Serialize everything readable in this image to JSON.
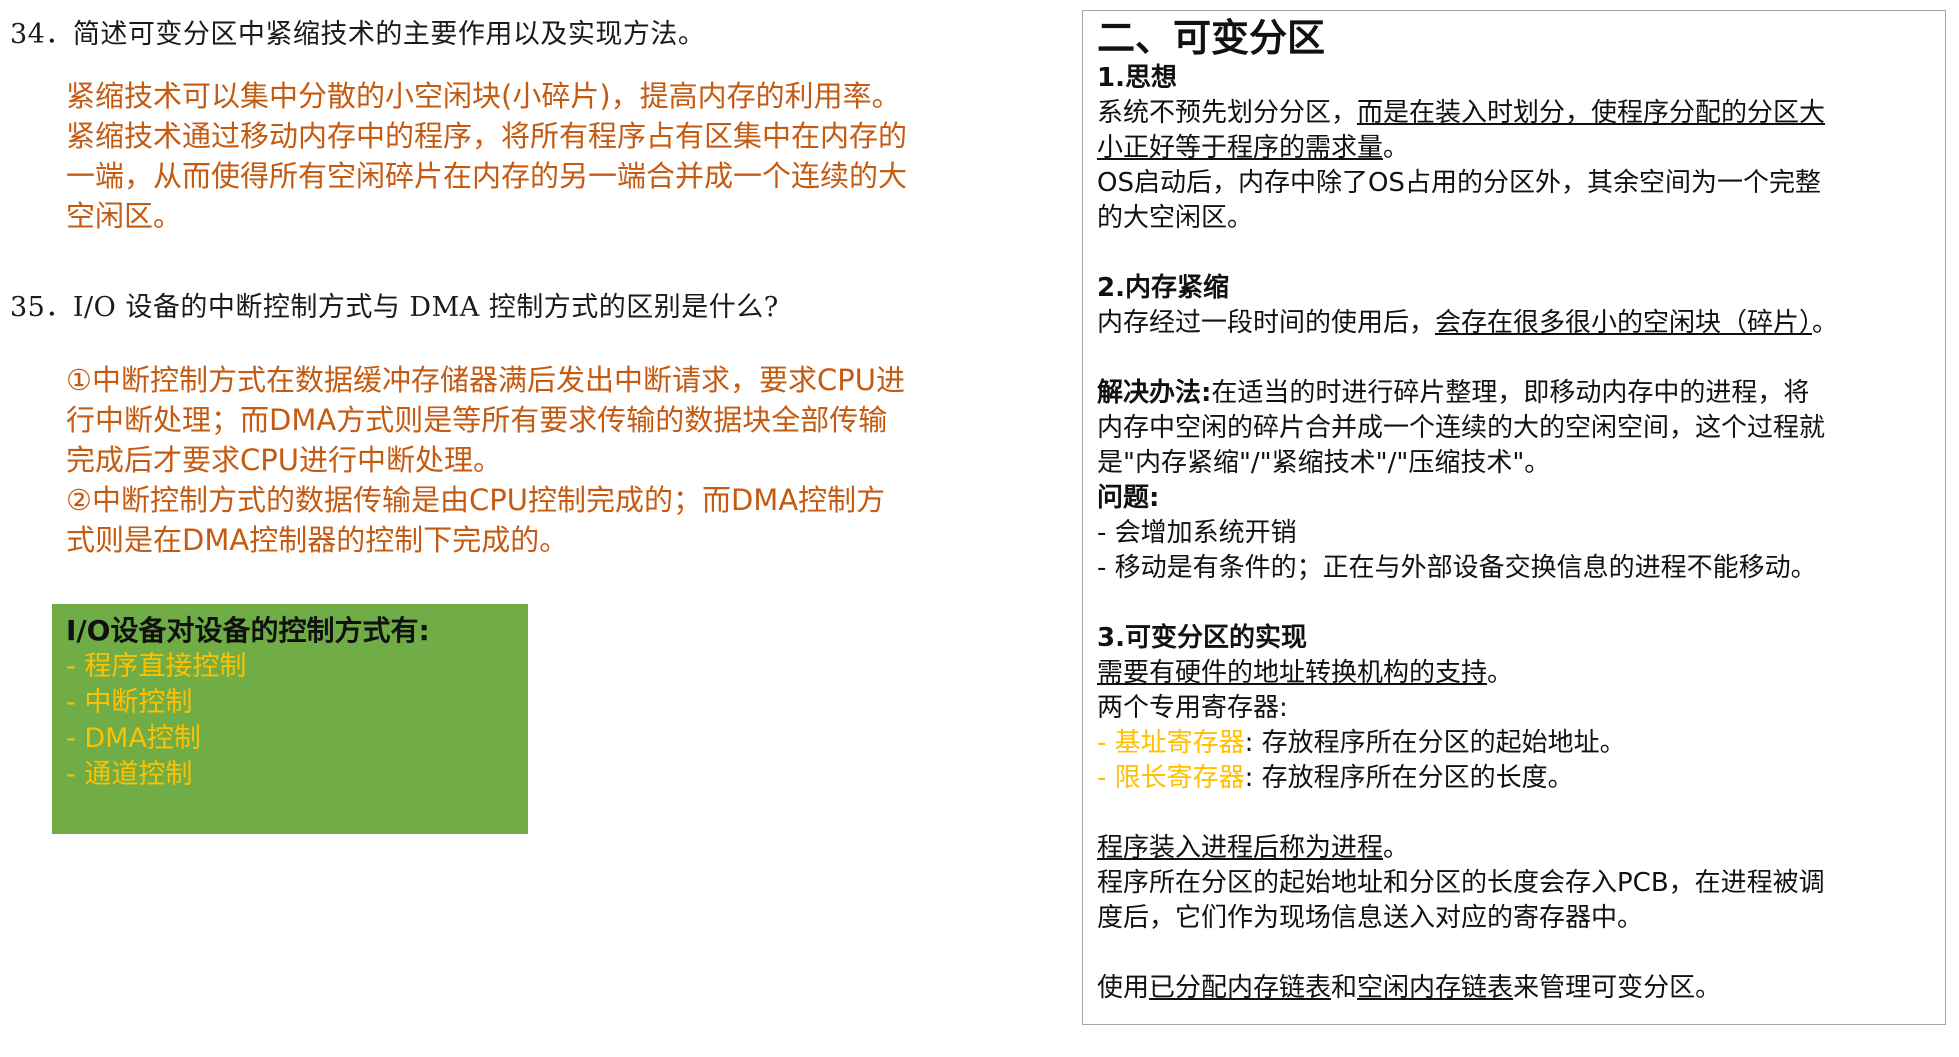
{
  "left": {
    "q34": {
      "title": "34．简述可变分区中紧缩技术的主要作用以及实现方法。",
      "answer_lines": [
        "紧缩技术可以集中分散的小空闲块(小碎片)，提高内存的利用率。",
        "紧缩技术通过移动内存中的程序，将所有程序占有区集中在内存的",
        "一端，从而使得所有空闲碎片在内存的另一端合并成一个连续的大",
        "空闲区。"
      ]
    },
    "q35": {
      "title": "35．I/O 设备的中断控制方式与 DMA 控制方式的区别是什么?",
      "answer_lines": [
        "①中断控制方式在数据缓冲存储器满后发出中断请求，要求CPU进",
        "行中断处理；而DMA方式则是等所有要求传输的数据块全部传输",
        "完成后才要求CPU进行中断处理。",
        "②中断控制方式的数据传输是由CPU控制完成的；而DMA控制方",
        "式则是在DMA控制器的控制下完成的。"
      ]
    },
    "green_box": {
      "title": "I/O设备对设备的控制方式有:",
      "items": [
        "- 程序直接控制",
        "- 中断控制",
        "- DMA控制",
        "- 通道控制"
      ]
    },
    "colors": {
      "answer_text": "#c55a11",
      "green_box_bg": "#70ad47",
      "highlight_yellow": "#ffc000"
    }
  },
  "right": {
    "heading": "二、可变分区",
    "s1": {
      "title": "1.思想",
      "p1_plain": "系统不预先划分分区，",
      "p1_u1": "而是在装入时划分，使程序分配的分区大",
      "p1_u2": "小正好等于程序的需求量",
      "p1_end": "。",
      "p2_l1": "OS启动后，内存中除了OS占用的分区外，其余空间为一个完整",
      "p2_l2": "的大空闲区。"
    },
    "s2": {
      "title": "2.内存紧缩",
      "p1_plain": "内存经过一段时间的使用后，",
      "p1_u": "会存在很多很小的空闲块（碎片）",
      "p1_end": "。",
      "solution_label": "解决办法:",
      "solution_l1": "在适当的时进行碎片整理，即移动内存中的进程，将",
      "solution_l2": "内存中空闲的碎片合并成一个连续的大的空闲空间，这个过程就",
      "solution_l3": "是\"内存紧缩\"/\"紧缩技术\"/\"压缩技术\"。",
      "problem_label": "问题:",
      "problem_1": "- 会增加系统开销",
      "problem_2": "- 移动是有条件的；正在与外部设备交换信息的进程不能移动。"
    },
    "s3": {
      "title": "3.可变分区的实现",
      "req_u": "需要有硬件的地址转换机构的支持",
      "req_end": "。",
      "regs_intro": "两个专用寄存器:",
      "reg1_name": "- 基址寄存器",
      "reg1_desc": ": 存放程序所在分区的起始地址。",
      "reg2_name": "- 限长寄存器",
      "reg2_desc": ": 存放程序所在分区的长度。",
      "proc_u": "程序装入进程后称为进程",
      "proc_end": "。",
      "pcb_l1": "程序所在分区的起始地址和分区的长度会存入PCB，在进程被调",
      "pcb_l2": "度后，它们作为现场信息送入对应的寄存器中。",
      "use_1": "使用",
      "use_u1": "已分配内存链表",
      "use_2": "和",
      "use_u2": "空闲内存链表",
      "use_3": "来管理可变分区。"
    }
  }
}
